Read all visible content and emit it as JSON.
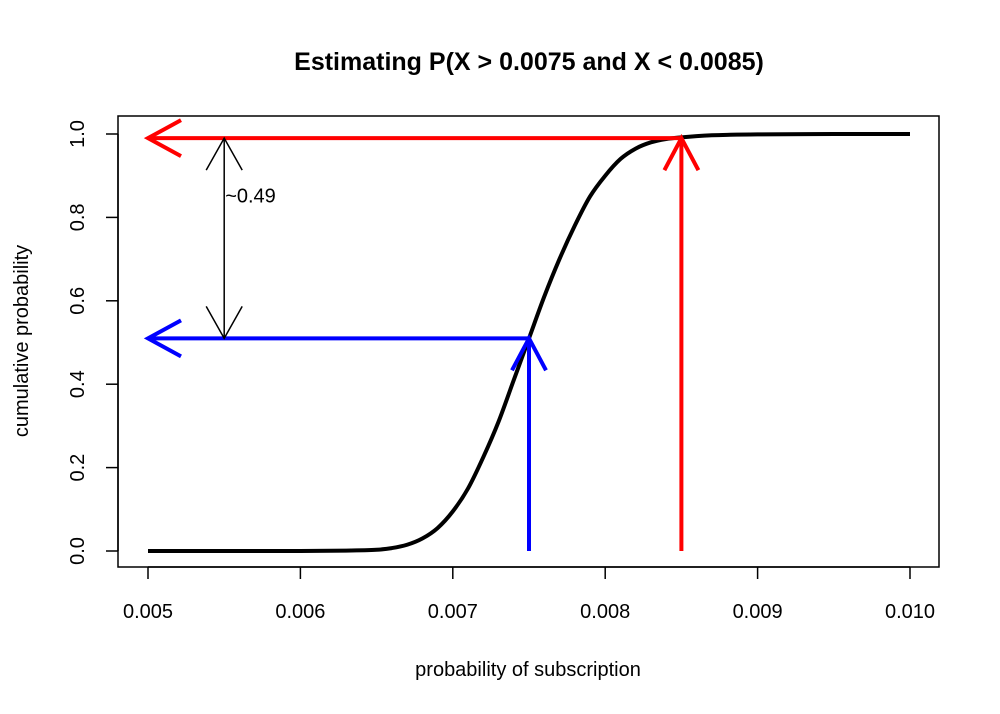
{
  "chart_data": {
    "type": "line",
    "title": "Estimating P(X > 0.0075 and X < 0.0085)",
    "xlabel": "probability of subscription",
    "ylabel": "cumulative probability",
    "xlim": [
      0.005,
      0.01
    ],
    "ylim": [
      0.0,
      1.0
    ],
    "x_ticks": [
      "0.005",
      "0.006",
      "0.007",
      "0.008",
      "0.009",
      "0.010"
    ],
    "x_tick_values": [
      0.005,
      0.006,
      0.007,
      0.008,
      0.009,
      0.01
    ],
    "y_ticks": [
      "0.0",
      "0.2",
      "0.4",
      "0.6",
      "0.8",
      "1.0"
    ],
    "y_tick_values": [
      0.0,
      0.2,
      0.4,
      0.6,
      0.8,
      1.0
    ],
    "grid": false,
    "series": [
      {
        "color": "#000000",
        "x": [
          0.005,
          0.0055,
          0.006,
          0.0063,
          0.0065,
          0.0066,
          0.0067,
          0.0068,
          0.0069,
          0.007,
          0.0071,
          0.0072,
          0.0073,
          0.0074,
          0.0075,
          0.0076,
          0.0077,
          0.0078,
          0.0079,
          0.008,
          0.0081,
          0.0082,
          0.0083,
          0.0084,
          0.0085,
          0.0086,
          0.0087,
          0.0088,
          0.009,
          0.0095,
          0.01
        ],
        "y": [
          0.0,
          0.0,
          0.0,
          0.001,
          0.003,
          0.007,
          0.015,
          0.03,
          0.055,
          0.095,
          0.15,
          0.225,
          0.31,
          0.41,
          0.51,
          0.61,
          0.7,
          0.78,
          0.85,
          0.9,
          0.94,
          0.965,
          0.98,
          0.988,
          0.992,
          0.995,
          0.997,
          0.998,
          0.999,
          1.0,
          1.0
        ]
      }
    ],
    "annotations": {
      "red": {
        "color": "#ff0000",
        "x": 0.0085,
        "y": 0.99,
        "x_from": 0.005
      },
      "blue": {
        "color": "#0000ff",
        "x": 0.0075,
        "y": 0.51,
        "x_from": 0.005
      },
      "difference": {
        "color": "#000000",
        "x": 0.0055,
        "y_low": 0.51,
        "y_high": 0.99,
        "label": "~0.49"
      }
    }
  }
}
